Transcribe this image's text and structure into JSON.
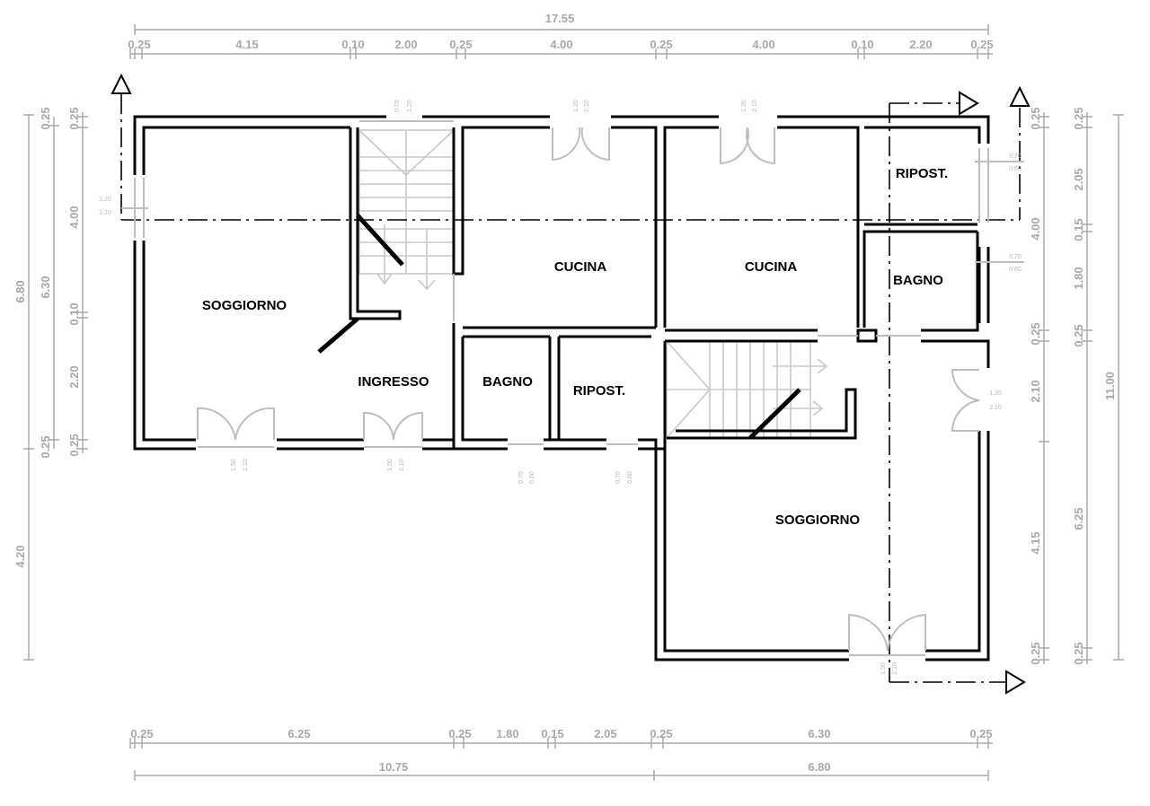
{
  "rooms": {
    "soggiorno_left": "SOGGIORNO",
    "ingresso": "INGRESSO",
    "bagno_left": "BAGNO",
    "ripost_left": "RIPOST.",
    "cucina_1": "CUCINA",
    "cucina_2": "CUCINA",
    "ripost_right": "RIPOST.",
    "bagno_right": "BAGNO",
    "soggiorno_right": "SOGGIORNO"
  },
  "top_dims": {
    "total": "17.55",
    "segments": [
      "0.25",
      "4.15",
      "0.10",
      "2.00",
      "0.25",
      "4.00",
      "0.25",
      "4.00",
      "0.10",
      "2.20",
      "0.25"
    ]
  },
  "bottom_dims": {
    "segments": [
      "0.25",
      "6.25",
      "0.25",
      "1.80",
      "0.15",
      "2.05",
      "0.25",
      "6.30",
      "0.25"
    ],
    "totals": [
      "10.75",
      "6.80"
    ]
  },
  "left_dims": {
    "outer": [
      "6.80",
      "4.20"
    ],
    "middle": [
      "6.30"
    ],
    "inner": [
      "0.25",
      "4.00",
      "0.10",
      "2.20",
      "0.25"
    ],
    "inner2": [
      "0.25",
      "0.25"
    ]
  },
  "right_dims": {
    "inner": [
      "0.25",
      "4.00",
      "0.25",
      "2.10",
      "4.15",
      "0.25"
    ],
    "middle": [
      "0.25",
      "2.05",
      "0.15",
      "1.80",
      "0.25",
      "6.25",
      "0.25"
    ],
    "outer": [
      "11.00"
    ]
  },
  "openings": {
    "o1": [
      "0.70",
      "1.20"
    ],
    "o2": [
      "1.20",
      "2.10"
    ],
    "o3": [
      "1.20",
      "2.10"
    ],
    "o4": [
      "1.20",
      "1.20"
    ],
    "o5": [
      "0.70",
      "0.60"
    ],
    "o6": [
      "0.70",
      "0.60"
    ],
    "o7": [
      "1.50",
      "2.10"
    ],
    "o8": [
      "1.50",
      "2.10"
    ],
    "o9": [
      "0.70",
      "0.60"
    ],
    "o10": [
      "0.70",
      "0.60"
    ],
    "o11": [
      "1.20",
      "2.10"
    ],
    "o12": [
      "1.50",
      "2.10"
    ]
  }
}
